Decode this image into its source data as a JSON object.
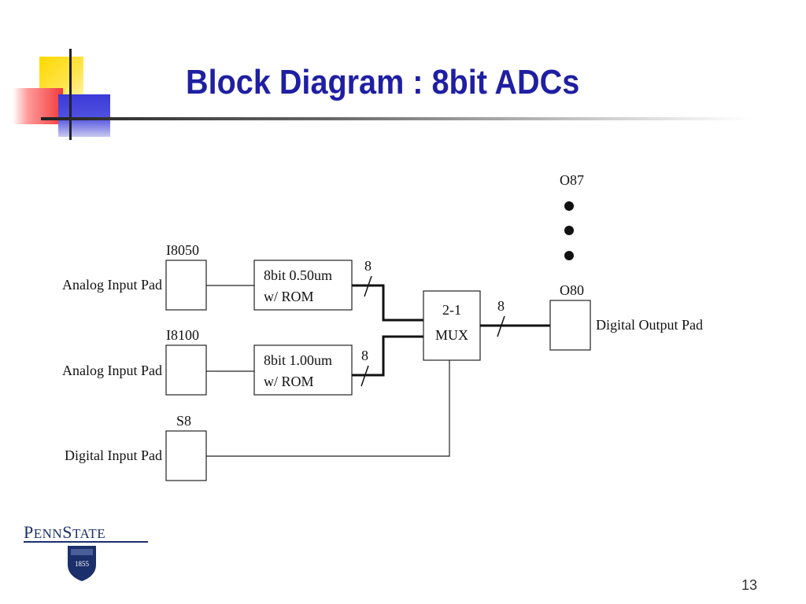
{
  "slide": {
    "title": "Block Diagram : 8bit ADCs",
    "page_number": "13"
  },
  "diagram": {
    "inputs": [
      {
        "pad_label": "Analog Input Pad",
        "pin": "I8050"
      },
      {
        "pad_label": "Analog Input Pad",
        "pin": "I8100"
      },
      {
        "pad_label": "Digital Input Pad",
        "pin": "S8"
      }
    ],
    "adcs": [
      {
        "line1": "8bit 0.50um",
        "line2": "w/ ROM",
        "bus_width": "8"
      },
      {
        "line1": "8bit 1.00um",
        "line2": "w/ ROM",
        "bus_width": "8"
      }
    ],
    "mux": {
      "line1": "2-1",
      "line2": "MUX",
      "out_bus_width": "8"
    },
    "output": {
      "pad_label": "Digital Output Pad",
      "pin_low": "O80",
      "pin_high": "O87"
    }
  },
  "logo": {
    "text_big1": "P",
    "text_small1": "ENN",
    "text_big2": "S",
    "text_small2": "TATE",
    "year": "1855"
  }
}
